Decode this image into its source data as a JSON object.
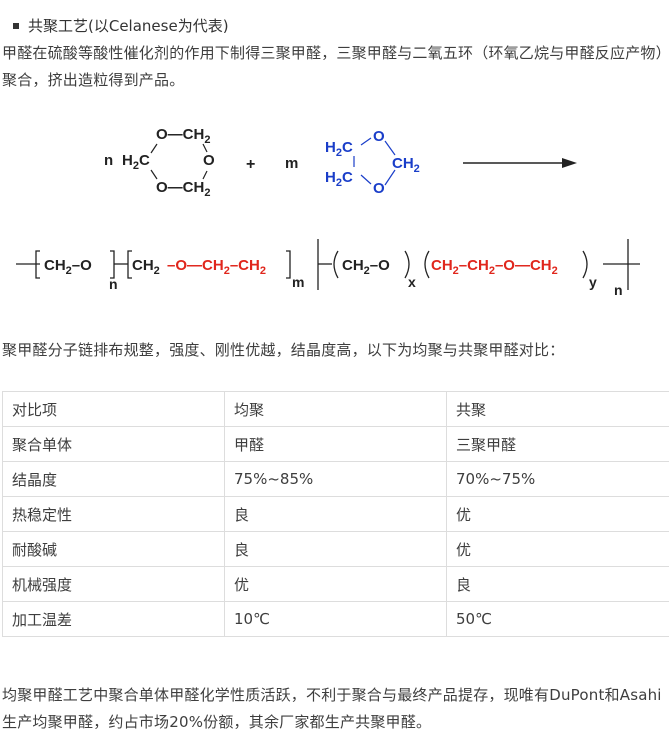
{
  "heading": "共聚工艺(以Celanese为代表)",
  "intro": "甲醛在硫酸等酸性催化剂的作用下制得三聚甲醛，三聚甲醛与二氧五环（环氧乙烷与甲醛反应产物）聚合，挤出造粒得到产品。",
  "formula": {
    "trioxane": {
      "coef": "n",
      "top": "O—CH",
      "top_sub": "2",
      "left": "H",
      "left_sub": "2",
      "left_c": "C",
      "right": "O",
      "bottom": "O—CH",
      "bottom_sub": "2"
    },
    "plus": "+",
    "dioxolane": {
      "coef": "m",
      "o_top": "O",
      "h_top": "H",
      "h_top_sub": "2",
      "c_top": "C",
      "ch_right": "CH",
      "ch_right_sub": "2",
      "h_bot": "H",
      "h_bot_sub": "2",
      "c_bot": "C",
      "o_bot": "O"
    },
    "product": {
      "g1": "CH",
      "g1_sub": "2",
      "g1_o": "O",
      "n": "n",
      "g2_ch": "CH",
      "g2_ch_sub": "2",
      "g2_o": "O",
      "g2_ch2": "CH",
      "g2_ch2_sub": "2",
      "g2_ch3": "CH",
      "g2_ch3_sub": "2",
      "m": "m",
      "g3": "CH",
      "g3_sub": "2",
      "g3_o": "O",
      "x": "x",
      "g4_ch": "CH",
      "g4_ch_sub": "2",
      "g4_ch2": "CH",
      "g4_ch2_sub": "2",
      "g4_o": "O",
      "g4_ch3": "CH",
      "g4_ch3_sub": "2",
      "y": "y",
      "n2": "n"
    },
    "colors": {
      "black": "#222222",
      "blue": "#1a3ec9",
      "red": "#e0261c"
    }
  },
  "compare_intro": "聚甲醛分子链排布规整，强度、刚性优越，结晶度高，以下为均聚与共聚甲醛对比：",
  "table": {
    "header": [
      "对比项",
      "均聚",
      "共聚"
    ],
    "rows": [
      [
        "聚合单体",
        "甲醛",
        "三聚甲醛"
      ],
      [
        "结晶度",
        "75%~85%",
        "70%~75%"
      ],
      [
        "热稳定性",
        "良",
        "优"
      ],
      [
        "耐酸碱",
        "良",
        "优"
      ],
      [
        "机械强度",
        "优",
        "良"
      ],
      [
        "加工温差",
        "10℃",
        "50℃"
      ]
    ]
  },
  "bottom_text": "均聚甲醛工艺中聚合单体甲醛化学性质活跃，不利于聚合与最终产品提存，现唯有DuPont和Asahi生产均聚甲醛，约占市场20%份额，其余厂家都生产共聚甲醛。"
}
